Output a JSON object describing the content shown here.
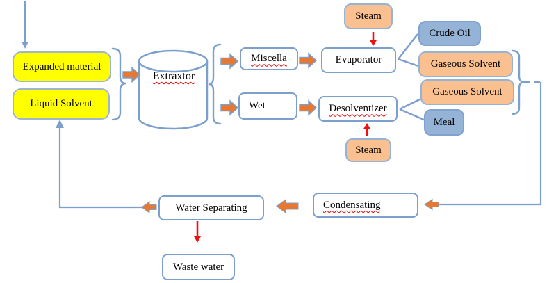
{
  "diagram": {
    "nodes": {
      "expanded_material": "Expanded material",
      "liquid_solvent": "Liquid Solvent",
      "extractor": "Extraxtor",
      "miscella": "Miscella",
      "wet": "Wet",
      "evaporator": "Evaporator",
      "desolventizer": "Desolventizer",
      "steam_top": "Steam",
      "steam_bottom": "Steam",
      "crude_oil": "Crude Oil",
      "gaseous_solvent_top": "Gaseous Solvent",
      "gaseous_solvent_bottom": "Gaseous Solvent",
      "meal": "Meal",
      "condensating": "Condensating",
      "water_separating": "Water Separating",
      "waste_water": "Waste water"
    },
    "colors": {
      "yellow": "#FFFF00",
      "tan": "#FAC090",
      "blue": "#95B3D7",
      "connector": "#7BA0CD",
      "box_border": "#95B3D7",
      "yellow_border": "#9FB6CB",
      "blue_border": "#7FA3CE",
      "arrow_orange": "#E8782F",
      "arrow_red": "#EE1111",
      "spellcheck_red": "#E00000"
    }
  }
}
